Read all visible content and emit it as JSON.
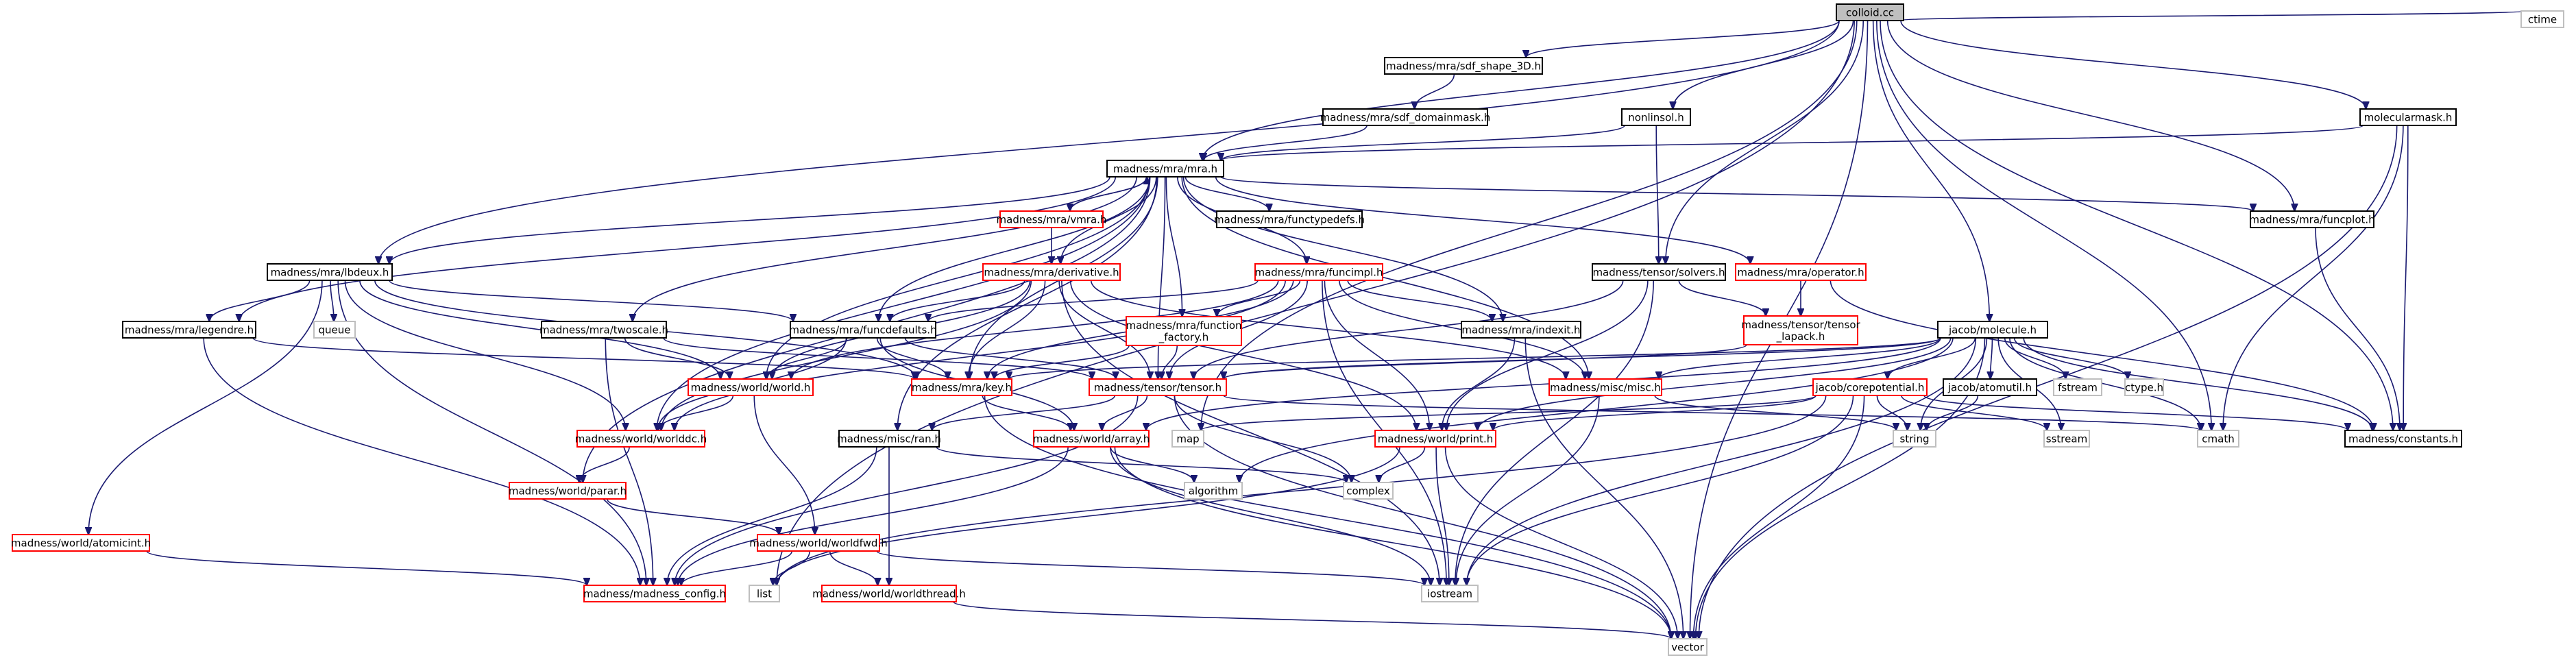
{
  "graph": {
    "root": "colloid.cc",
    "colors": {
      "edge": "#191970",
      "root_fill": "#bfbfbf",
      "node_border_black": "#000000",
      "node_border_red": "#ff0000",
      "node_border_gray": "#bfbfbf",
      "node_fill": "#ffffff",
      "text": "#000000"
    },
    "nodes": [
      {
        "id": "colloid",
        "label": "colloid.cc",
        "style": "root"
      },
      {
        "id": "ctime",
        "label": "ctime",
        "style": "gray"
      },
      {
        "id": "sdf_shape",
        "label": "madness/mra/sdf_shape_3D.h",
        "style": "black"
      },
      {
        "id": "sdf_domainmask",
        "label": "madness/mra/sdf_domainmask.h",
        "style": "black"
      },
      {
        "id": "nonlinsol",
        "label": "nonlinsol.h",
        "style": "black"
      },
      {
        "id": "molecularmask",
        "label": "molecularmask.h",
        "style": "black"
      },
      {
        "id": "mra",
        "label": "madness/mra/mra.h",
        "style": "black"
      },
      {
        "id": "vmra",
        "label": "madness/mra/vmra.h",
        "style": "red"
      },
      {
        "id": "functypedefs",
        "label": "madness/mra/functypedefs.h",
        "style": "black"
      },
      {
        "id": "funcplot",
        "label": "madness/mra/funcplot.h",
        "style": "black"
      },
      {
        "id": "lbdeux",
        "label": "madness/mra/lbdeux.h",
        "style": "black"
      },
      {
        "id": "derivative",
        "label": "madness/mra/derivative.h",
        "style": "red"
      },
      {
        "id": "funcimpl",
        "label": "madness/mra/funcimpl.h",
        "style": "red"
      },
      {
        "id": "solvers",
        "label": "madness/tensor/solvers.h",
        "style": "black"
      },
      {
        "id": "operator",
        "label": "madness/mra/operator.h",
        "style": "red"
      },
      {
        "id": "queue",
        "label": "queue",
        "style": "gray"
      },
      {
        "id": "legendre",
        "label": "madness/mra/legendre.h",
        "style": "black"
      },
      {
        "id": "twoscale",
        "label": "madness/mra/twoscale.h",
        "style": "black"
      },
      {
        "id": "funcdefaults",
        "label": "madness/mra/funcdefaults.h",
        "style": "black"
      },
      {
        "id": "function_factory",
        "label": "madness/mra/function\n_factory.h",
        "style": "red"
      },
      {
        "id": "indexit",
        "label": "madness/mra/indexit.h",
        "style": "black"
      },
      {
        "id": "tensor_lapack",
        "label": "madness/tensor/tensor\n_lapack.h",
        "style": "red"
      },
      {
        "id": "molecule",
        "label": "jacob/molecule.h",
        "style": "black"
      },
      {
        "id": "world",
        "label": "madness/world/world.h",
        "style": "red"
      },
      {
        "id": "key",
        "label": "madness/mra/key.h",
        "style": "red"
      },
      {
        "id": "tensor",
        "label": "madness/tensor/tensor.h",
        "style": "red"
      },
      {
        "id": "misc",
        "label": "madness/misc/misc.h",
        "style": "red"
      },
      {
        "id": "corepotential",
        "label": "jacob/corepotential.h",
        "style": "red"
      },
      {
        "id": "atomutil",
        "label": "jacob/atomutil.h",
        "style": "black"
      },
      {
        "id": "fstream",
        "label": "fstream",
        "style": "gray"
      },
      {
        "id": "ctype",
        "label": "ctype.h",
        "style": "gray"
      },
      {
        "id": "worlddc",
        "label": "madness/world/worlddc.h",
        "style": "red"
      },
      {
        "id": "ran",
        "label": "madness/misc/ran.h",
        "style": "black"
      },
      {
        "id": "map",
        "label": "map",
        "style": "gray"
      },
      {
        "id": "array",
        "label": "madness/world/array.h",
        "style": "red"
      },
      {
        "id": "print",
        "label": "madness/world/print.h",
        "style": "red"
      },
      {
        "id": "string",
        "label": "string",
        "style": "gray"
      },
      {
        "id": "sstream",
        "label": "sstream",
        "style": "gray"
      },
      {
        "id": "cmath",
        "label": "cmath",
        "style": "gray"
      },
      {
        "id": "constants",
        "label": "madness/constants.h",
        "style": "black"
      },
      {
        "id": "parar",
        "label": "madness/world/parar.h",
        "style": "red"
      },
      {
        "id": "algorithm",
        "label": "algorithm",
        "style": "gray"
      },
      {
        "id": "complex",
        "label": "complex",
        "style": "gray"
      },
      {
        "id": "atomicint",
        "label": "madness/world/atomicint.h",
        "style": "red"
      },
      {
        "id": "worldfwd",
        "label": "madness/world/worldfwd.h",
        "style": "red"
      },
      {
        "id": "madness_config",
        "label": "madness/madness_config.h",
        "style": "red"
      },
      {
        "id": "list",
        "label": "list",
        "style": "gray"
      },
      {
        "id": "worldthread",
        "label": "madness/world/worldthread.h",
        "style": "red"
      },
      {
        "id": "iostream",
        "label": "iostream",
        "style": "gray"
      },
      {
        "id": "vector",
        "label": "vector",
        "style": "gray"
      }
    ],
    "edges": [
      [
        "colloid",
        "mra"
      ],
      [
        "colloid",
        "sdf_shape"
      ],
      [
        "colloid",
        "nonlinsol"
      ],
      [
        "colloid",
        "molecularmask"
      ],
      [
        "colloid",
        "ctime"
      ],
      [
        "colloid",
        "lbdeux"
      ],
      [
        "colloid",
        "solvers"
      ],
      [
        "colloid",
        "molecule"
      ],
      [
        "colloid",
        "funcplot"
      ],
      [
        "colloid",
        "cmath"
      ],
      [
        "colloid",
        "constants"
      ],
      [
        "colloid",
        "vector"
      ],
      [
        "colloid",
        "list"
      ],
      [
        "colloid",
        "map"
      ],
      [
        "sdf_shape",
        "sdf_domainmask"
      ],
      [
        "sdf_domainmask",
        "mra"
      ],
      [
        "nonlinsol",
        "mra"
      ],
      [
        "nonlinsol",
        "solvers"
      ],
      [
        "molecularmask",
        "mra"
      ],
      [
        "molecularmask",
        "cmath"
      ],
      [
        "molecularmask",
        "constants"
      ],
      [
        "molecularmask",
        "vector"
      ],
      [
        "mra",
        "vmra"
      ],
      [
        "mra",
        "functypedefs"
      ],
      [
        "mra",
        "funcplot"
      ],
      [
        "mra",
        "lbdeux"
      ],
      [
        "mra",
        "derivative"
      ],
      [
        "mra",
        "funcimpl"
      ],
      [
        "mra",
        "operator"
      ],
      [
        "mra",
        "legendre"
      ],
      [
        "mra",
        "twoscale"
      ],
      [
        "mra",
        "funcdefaults"
      ],
      [
        "mra",
        "function_factory"
      ],
      [
        "mra",
        "indexit"
      ],
      [
        "mra",
        "world"
      ],
      [
        "mra",
        "key"
      ],
      [
        "mra",
        "tensor"
      ],
      [
        "mra",
        "misc"
      ],
      [
        "mra",
        "worlddc"
      ],
      [
        "mra",
        "parar"
      ],
      [
        "mra",
        "ran"
      ],
      [
        "vmra",
        "mra"
      ],
      [
        "vmra",
        "derivative"
      ],
      [
        "funcplot",
        "constants"
      ],
      [
        "lbdeux",
        "queue"
      ],
      [
        "lbdeux",
        "legendre"
      ],
      [
        "lbdeux",
        "funcdefaults"
      ],
      [
        "lbdeux",
        "world"
      ],
      [
        "lbdeux",
        "key"
      ],
      [
        "lbdeux",
        "worlddc"
      ],
      [
        "lbdeux",
        "atomicint"
      ],
      [
        "lbdeux",
        "madness_config"
      ],
      [
        "derivative",
        "funcdefaults"
      ],
      [
        "derivative",
        "key"
      ],
      [
        "derivative",
        "tensor"
      ],
      [
        "derivative",
        "world"
      ],
      [
        "derivative",
        "worlddc"
      ],
      [
        "derivative",
        "print"
      ],
      [
        "derivative",
        "misc"
      ],
      [
        "derivative",
        "iostream"
      ],
      [
        "funcimpl",
        "funcdefaults"
      ],
      [
        "funcimpl",
        "function_factory"
      ],
      [
        "funcimpl",
        "indexit"
      ],
      [
        "funcimpl",
        "key"
      ],
      [
        "funcimpl",
        "tensor"
      ],
      [
        "funcimpl",
        "world"
      ],
      [
        "funcimpl",
        "worlddc"
      ],
      [
        "funcimpl",
        "print"
      ],
      [
        "funcimpl",
        "misc"
      ],
      [
        "funcimpl",
        "iostream"
      ],
      [
        "solvers",
        "tensor"
      ],
      [
        "solvers",
        "tensor_lapack"
      ],
      [
        "solvers",
        "print"
      ],
      [
        "solvers",
        "iostream"
      ],
      [
        "operator",
        "tensor_lapack"
      ],
      [
        "operator",
        "constants"
      ],
      [
        "legendre",
        "key"
      ],
      [
        "legendre",
        "madness_config"
      ],
      [
        "twoscale",
        "tensor"
      ],
      [
        "twoscale",
        "world"
      ],
      [
        "twoscale",
        "madness_config"
      ],
      [
        "funcdefaults",
        "world"
      ],
      [
        "funcdefaults",
        "key"
      ],
      [
        "funcdefaults",
        "tensor"
      ],
      [
        "funcdefaults",
        "array"
      ],
      [
        "funcdefaults",
        "worlddc"
      ],
      [
        "function_factory",
        "key"
      ],
      [
        "function_factory",
        "tensor"
      ],
      [
        "indexit",
        "print"
      ],
      [
        "indexit",
        "vector"
      ],
      [
        "tensor_lapack",
        "tensor"
      ],
      [
        "molecule",
        "tensor"
      ],
      [
        "molecule",
        "misc"
      ],
      [
        "molecule",
        "corepotential"
      ],
      [
        "molecule",
        "atomutil"
      ],
      [
        "molecule",
        "fstream"
      ],
      [
        "molecule",
        "ctype"
      ],
      [
        "molecule",
        "string"
      ],
      [
        "molecule",
        "sstream"
      ],
      [
        "molecule",
        "cmath"
      ],
      [
        "molecule",
        "constants"
      ],
      [
        "molecule",
        "vector"
      ],
      [
        "molecule",
        "iostream"
      ],
      [
        "molecule",
        "key"
      ],
      [
        "molecule",
        "print"
      ],
      [
        "molecule",
        "algorithm"
      ],
      [
        "molecule",
        "array"
      ],
      [
        "world",
        "worlddc"
      ],
      [
        "world",
        "worldfwd"
      ],
      [
        "key",
        "array"
      ],
      [
        "key",
        "vector"
      ],
      [
        "tensor",
        "ran"
      ],
      [
        "tensor",
        "array"
      ],
      [
        "tensor",
        "complex"
      ],
      [
        "tensor",
        "cmath"
      ],
      [
        "tensor",
        "madness_config"
      ],
      [
        "tensor",
        "vector"
      ],
      [
        "misc",
        "string"
      ],
      [
        "misc",
        "iostream"
      ],
      [
        "corepotential",
        "print"
      ],
      [
        "corepotential",
        "string"
      ],
      [
        "corepotential",
        "map"
      ],
      [
        "corepotential",
        "sstream"
      ],
      [
        "corepotential",
        "constants"
      ],
      [
        "corepotential",
        "vector"
      ],
      [
        "corepotential",
        "iostream"
      ],
      [
        "corepotential",
        "list"
      ],
      [
        "atomutil",
        "string"
      ],
      [
        "worlddc",
        "parar"
      ],
      [
        "ran",
        "madness_config"
      ],
      [
        "ran",
        "complex"
      ],
      [
        "ran",
        "worldthread"
      ],
      [
        "array",
        "madness_config"
      ],
      [
        "array",
        "vector"
      ],
      [
        "array",
        "algorithm"
      ],
      [
        "array",
        "iostream"
      ],
      [
        "print",
        "iostream"
      ],
      [
        "print",
        "complex"
      ],
      [
        "print",
        "vector"
      ],
      [
        "print",
        "list"
      ],
      [
        "parar",
        "worldfwd"
      ],
      [
        "atomicint",
        "madness_config"
      ],
      [
        "worldfwd",
        "madness_config"
      ],
      [
        "worldfwd",
        "list"
      ],
      [
        "worldfwd",
        "worldthread"
      ],
      [
        "worldfwd",
        "iostream"
      ],
      [
        "worldthread",
        "vector"
      ]
    ]
  }
}
